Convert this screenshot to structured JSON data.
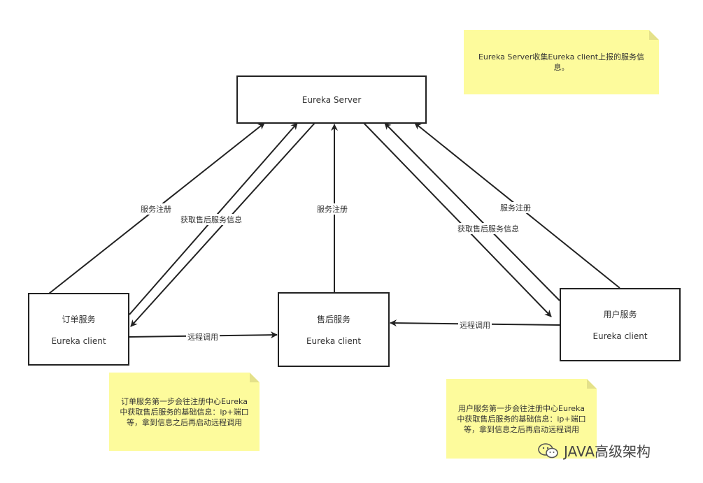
{
  "nodes": {
    "server": {
      "line1": "Eureka Server"
    },
    "order": {
      "line1": "订单服务",
      "line2": "Eureka client"
    },
    "aftersale": {
      "line1": "售后服务",
      "line2": "Eureka client"
    },
    "user": {
      "line1": "用户服务",
      "line2": "Eureka client"
    }
  },
  "edge_labels": {
    "order_register": "服务注册",
    "order_fetch": "获取售后服务信息",
    "aftersale_register": "服务注册",
    "user_register": "服务注册",
    "user_fetch": "获取售后服务信息",
    "order_rpc": "远程调用",
    "user_rpc": "远程调用"
  },
  "notes": {
    "server_note": "Eureka Server收集Eureka client上报的服务信息。",
    "order_note": "订单服务第一步会往注册中心Eureka中获取售后服务的基础信息：ip+端口等，拿到信息之后再启动远程调用",
    "user_note": "用户服务第一步会往注册中心Eureka中获取售后服务的基础信息：ip+端口等，拿到信息之后再启动远程调用"
  },
  "watermark": {
    "text": "JAVA高级架构",
    "icon": "wechat-icon"
  },
  "colors": {
    "note_bg": "#fdfb9c",
    "stroke": "#222222"
  }
}
